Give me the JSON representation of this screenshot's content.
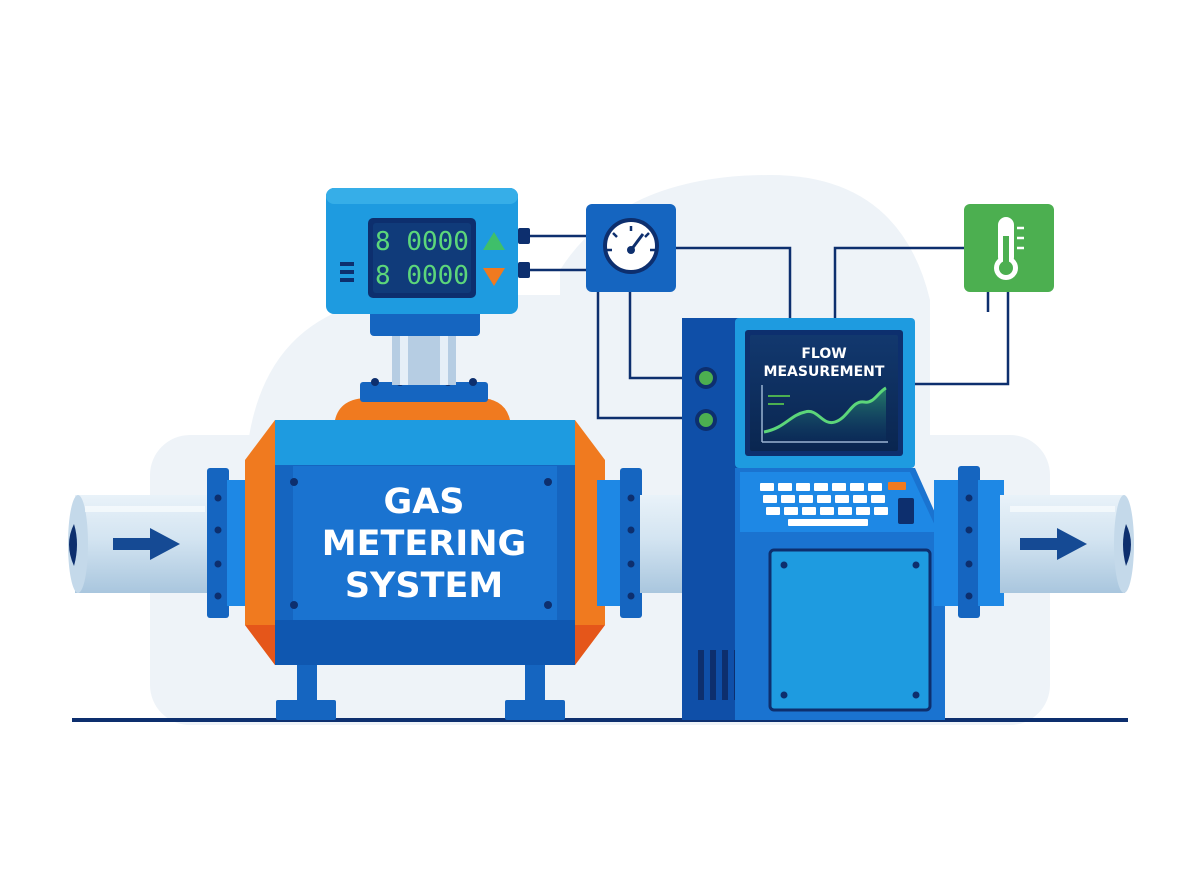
{
  "meter_label": {
    "line1": "GAS",
    "line2": "METERING",
    "line3": "SYSTEM"
  },
  "transmitter": {
    "top_value": "8 0000",
    "bottom_value": "8 0000",
    "up_arrow": "triangle-up-icon",
    "down_arrow": "triangle-down-icon"
  },
  "screen": {
    "line1": "FLOW",
    "line2": "MEASUREMENT"
  },
  "icons": {
    "pressure": "pressure-gauge-icon",
    "temperature": "thermometer-icon",
    "flow_direction": "arrow-right-icon"
  },
  "colors": {
    "primary_blue": "#1565c0",
    "light_blue": "#1e9be0",
    "dark_navy": "#0d2f6e",
    "orange": "#f07a1f",
    "green_sensor": "#4caf50",
    "lcd_green": "#5cd67a",
    "pipe": "#c9dcec"
  }
}
